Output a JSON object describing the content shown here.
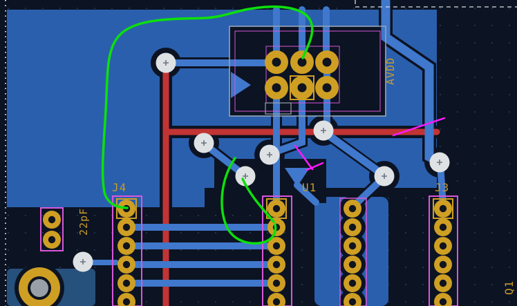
{
  "labels": {
    "ref_j4": "J4",
    "ref_u1": "U1",
    "ref_j3": "J3",
    "ref_q1": "Q1",
    "value_capacitor": "22pF",
    "net_avdd": "AVDD"
  },
  "colors": {
    "background": "#0c1322",
    "copper_zone_blue": "#2a5fae",
    "front_trace_blue": "#3f78cc",
    "back_trace_red": "#c23434",
    "pad_gold": "#cf9f24",
    "via_white": "#dfe2e4",
    "silkscreen_magenta": "#d957d9",
    "courtyard_gray": "#9aa3ad",
    "highlight_green": "#0ce00c",
    "ratsnest_magenta": "#ff1aff",
    "text_gold": "#c79a2a"
  },
  "connectors": [
    {
      "ref": "J4",
      "pins": 6
    },
    {
      "ref": "U1",
      "pins": 6
    },
    {
      "ref": "J3",
      "pins": 6
    }
  ]
}
